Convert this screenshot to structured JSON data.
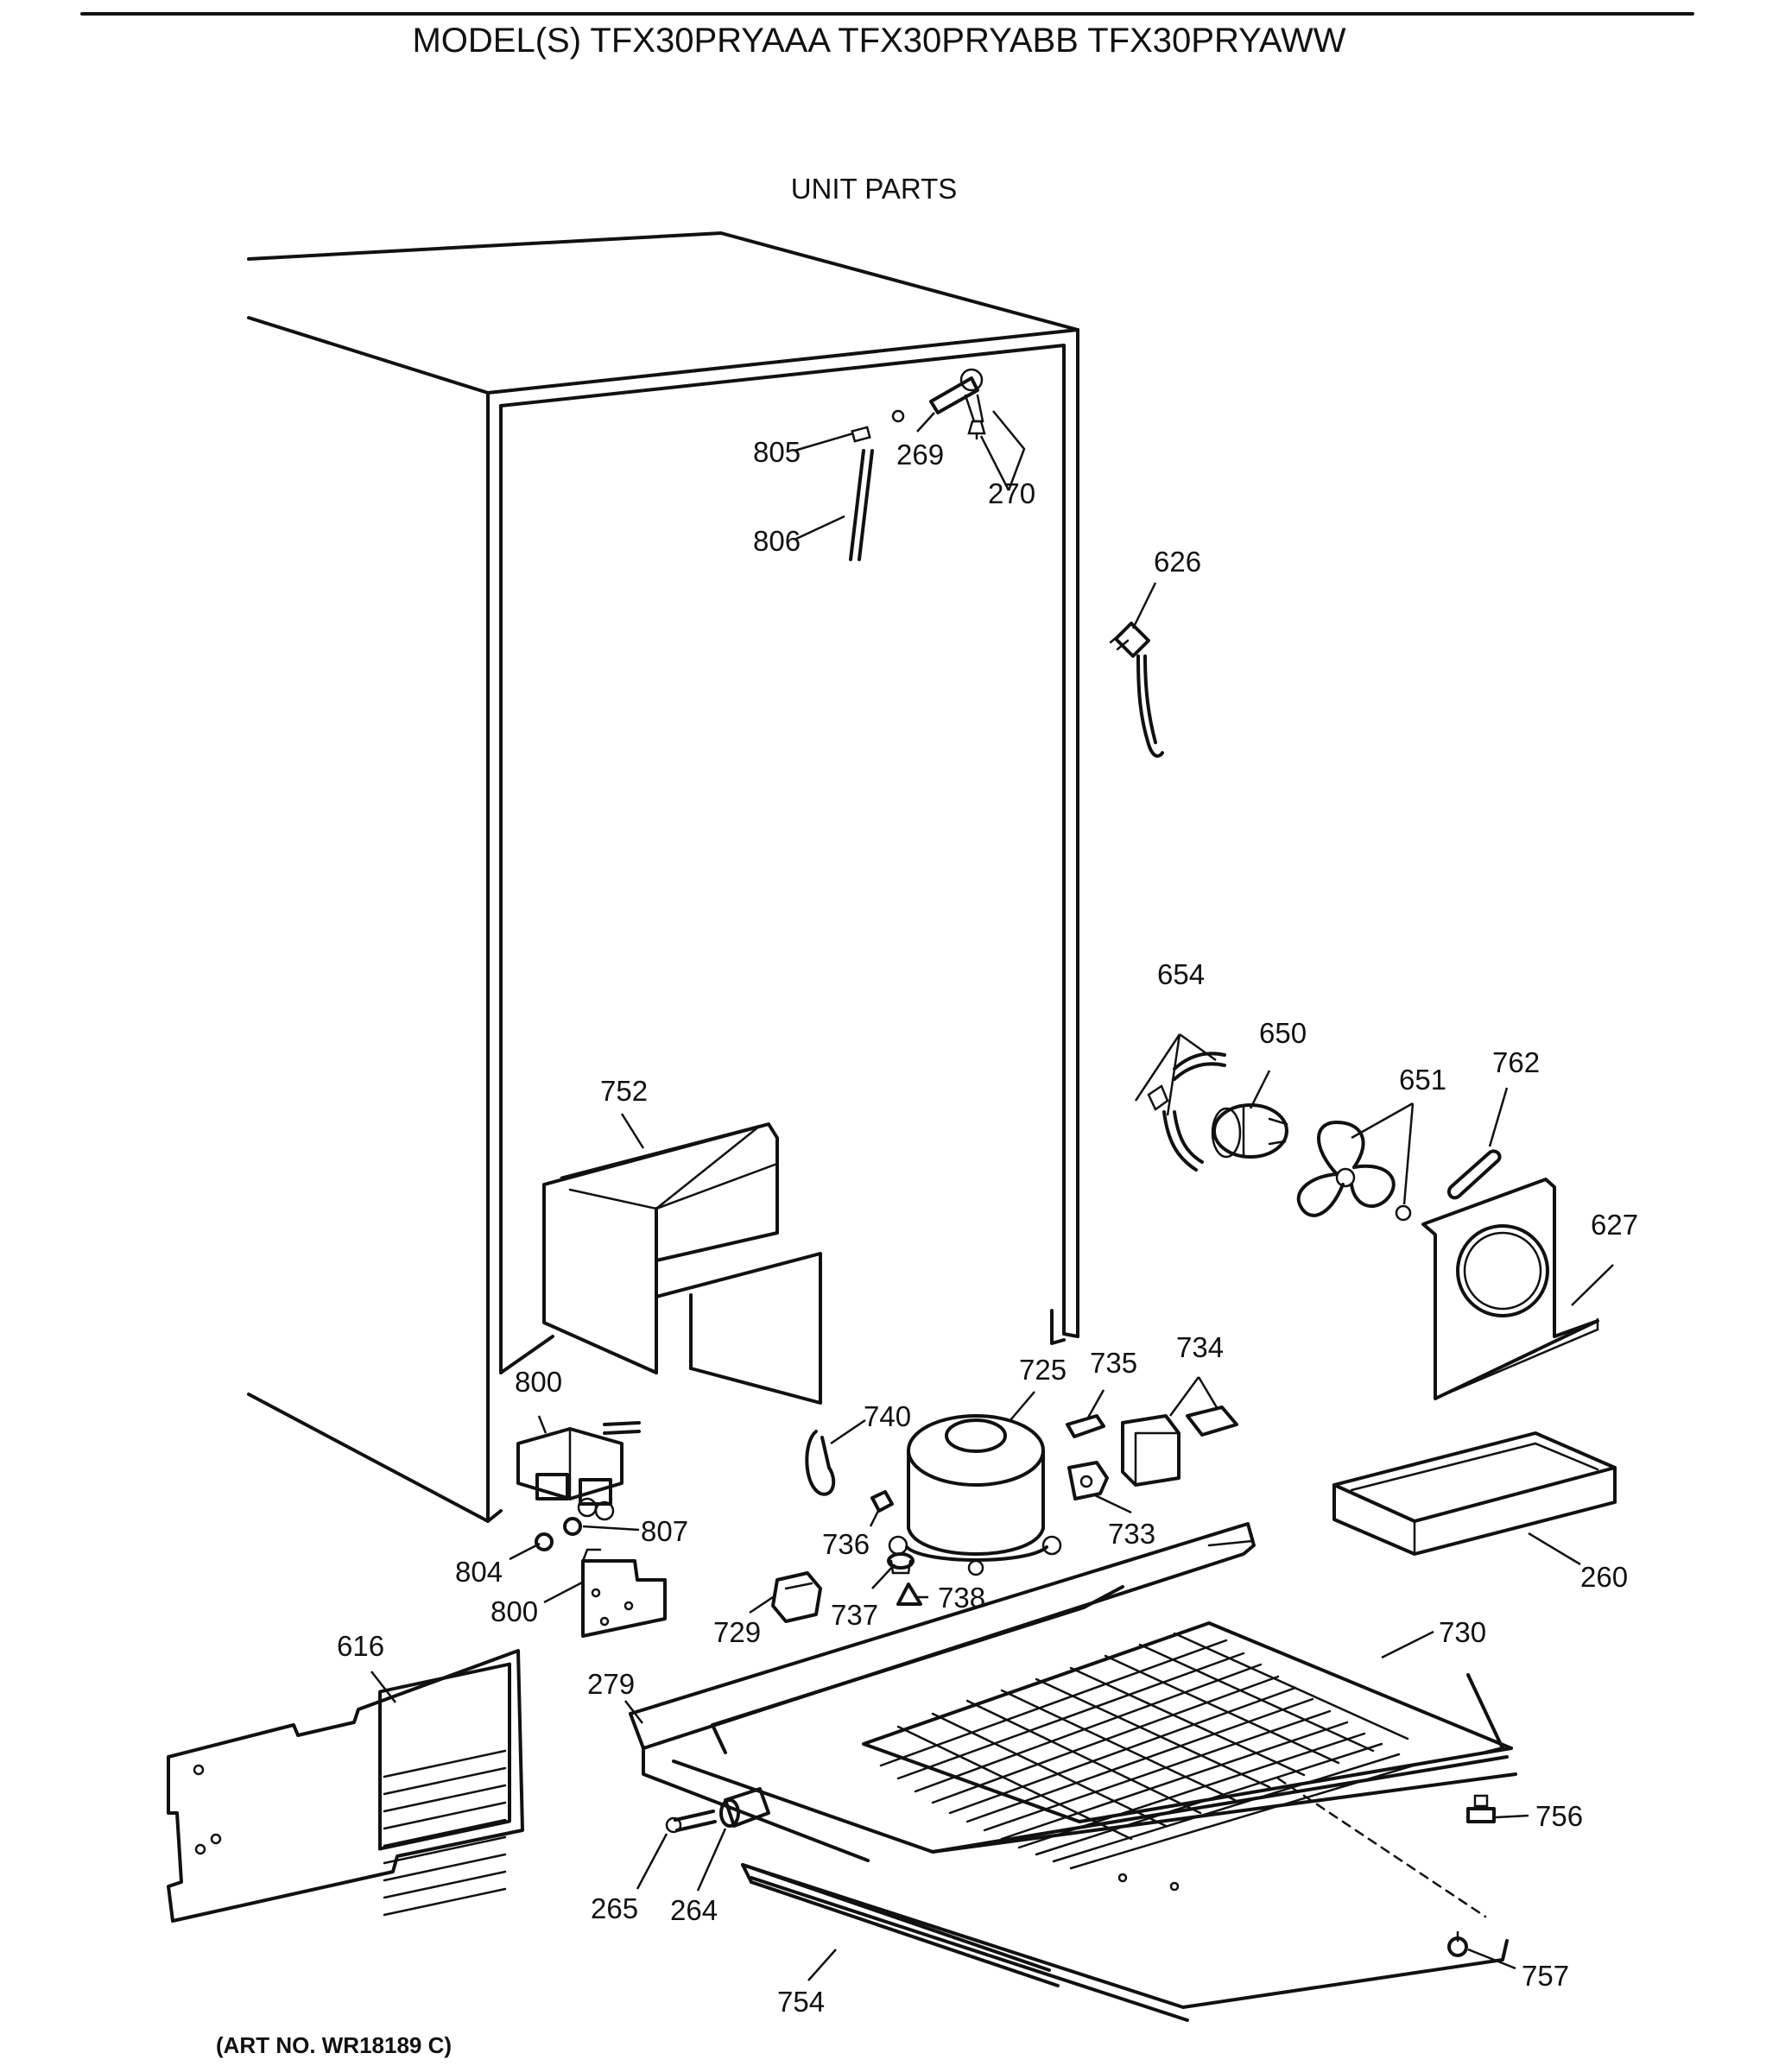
{
  "header": {
    "title": "MODEL(S) TFX30PRYAAA  TFX30PRYABB  TFX30PRYAWW",
    "subtitle": "UNIT PARTS"
  },
  "footer": {
    "art_number": "(ART NO. WR18189 C)"
  },
  "callouts": {
    "p805": "805",
    "p269": "269",
    "p270": "270",
    "p806": "806",
    "p626": "626",
    "p654": "654",
    "p650": "650",
    "p651": "651",
    "p762": "762",
    "p752": "752",
    "p627": "627",
    "p800a": "800",
    "p725": "725",
    "p735": "735",
    "p734": "734",
    "p740": "740",
    "p807": "807",
    "p804": "804",
    "p736": "736",
    "p733": "733",
    "p800b": "800",
    "p738": "738",
    "p737": "737",
    "p729": "729",
    "p260": "260",
    "p730": "730",
    "p616": "616",
    "p279": "279",
    "p756": "756",
    "p265": "265",
    "p264": "264",
    "p757": "757",
    "p754": "754"
  }
}
